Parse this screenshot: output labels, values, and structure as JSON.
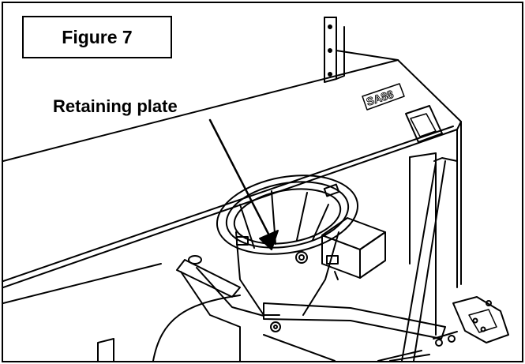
{
  "figure_label": "Figure 7",
  "callout": {
    "label": "Retaining plate"
  },
  "model_plate": "SA88"
}
